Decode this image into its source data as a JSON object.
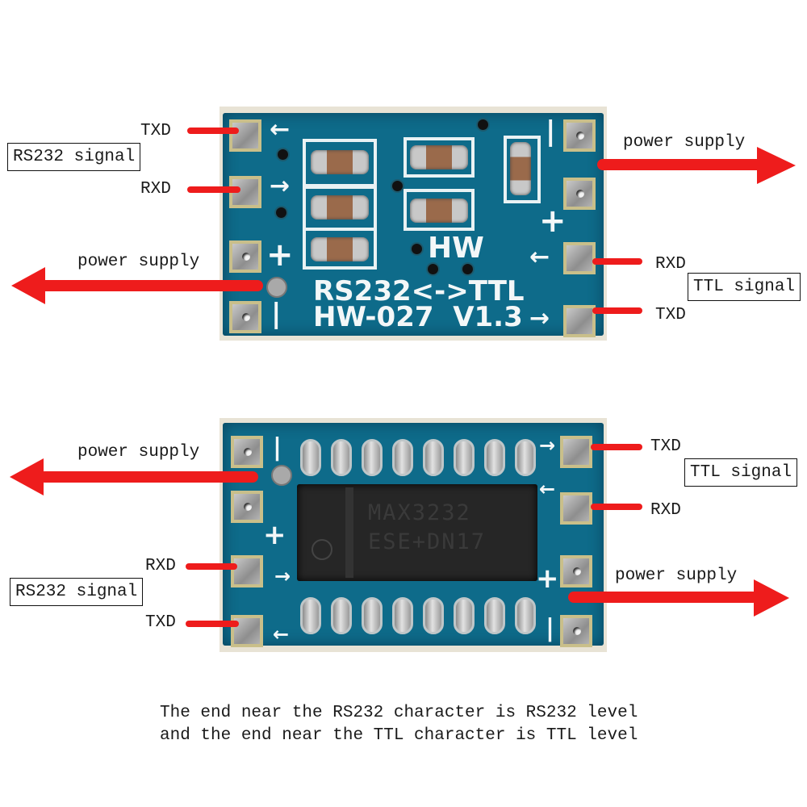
{
  "top_board": {
    "left_labels": {
      "txd": "TXD",
      "rxd": "RXD",
      "signal": "RS232 signal",
      "power": "power supply"
    },
    "right_labels": {
      "power": "power supply",
      "rxd": "RXD",
      "txd": "TXD",
      "signal": "TTL signal"
    },
    "silkscreen": {
      "brand": "HW",
      "title": "RS232<->TTL",
      "model": "HW-027  V1.3",
      "plus": "+",
      "minus": "|"
    }
  },
  "bottom_board": {
    "left_labels": {
      "power": "power supply",
      "rxd": "RXD",
      "signal": "RS232 signal",
      "txd": "TXD"
    },
    "right_labels": {
      "txd": "TXD",
      "signal": "TTL signal",
      "rxd": "RXD",
      "power": "power supply"
    },
    "chip": {
      "line1": "MAX3232",
      "line2": "ESE+DN17"
    },
    "silkscreen": {
      "plus": "+",
      "minus": "|"
    }
  },
  "caption": {
    "line1": "The end near the RS232 character is RS232 level",
    "line2": "and the end near the TTL character is TTL level"
  },
  "colors": {
    "arrow": "#ee1c1c",
    "pcb": "#0e6b8a",
    "text": "#1a1a1a"
  }
}
